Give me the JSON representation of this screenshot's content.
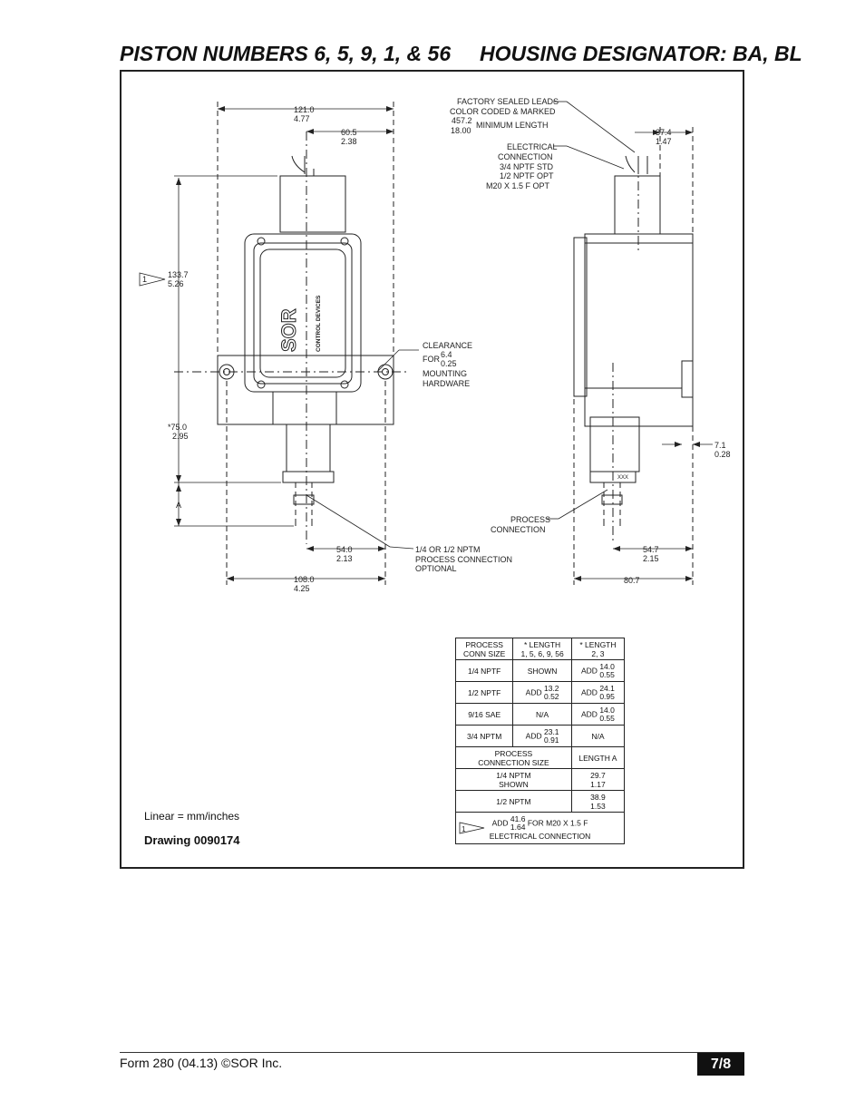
{
  "header": {
    "left_title": "PISTON NUMBERS 6, 5, 9, 1, & 56",
    "right_title": "HOUSING DESIGNATOR: BA, BL"
  },
  "drawing": {
    "dims": {
      "overall_width_mm": "121.0",
      "overall_width_in": "4.77",
      "half_width_mm": "60.5",
      "half_width_in": "2.38",
      "height_mm": "133.7",
      "height_in": "5.26",
      "lower_mm": "*75.0",
      "lower_in": "2.95",
      "dim_a": "A",
      "conn_offset_mm": "54.0",
      "conn_offset_in": "2.13",
      "mount_width_mm": "108.0",
      "mount_width_in": "4.25",
      "side_top_mm": "37.4",
      "side_top_in": "1.47",
      "side_ext_mm": "7.1",
      "side_ext_in": "0.28",
      "side_conn_mm": "54.7",
      "side_conn_in": "2.15",
      "side_depth_mm": "80.7"
    },
    "callouts": {
      "leads_1": "FACTORY SEALED LEADS",
      "leads_2": "COLOR CODED & MARKED",
      "leads_mm": "457.2",
      "leads_in": "18.00",
      "leads_3": "MINIMUM LENGTH",
      "elec_1": "ELECTRICAL",
      "elec_2": "CONNECTION",
      "elec_3": "3/4 NPTF STD",
      "elec_4": "1/2 NPTF OPT",
      "elec_5": "M20 X 1.5 F OPT",
      "clear_1": "CLEARANCE",
      "clear_for": "FOR",
      "clear_mm": "6.4",
      "clear_in": "0.25",
      "clear_2": "MOUNTING",
      "clear_3": "HARDWARE",
      "proc_1": "1/4 OR 1/2 NPTM",
      "proc_2": "PROCESS CONNECTION",
      "proc_3": "OPTIONAL",
      "pconn_1": "PROCESS",
      "pconn_2": "CONNECTION",
      "flag_num": "1",
      "logo_sor": "SOR",
      "logo_cd": "CONTROL DEVICES",
      "side_label": "XXX"
    }
  },
  "notes": {
    "linear": "Linear = mm/inches",
    "drawing_no": "Drawing 0090174"
  },
  "table": {
    "h_conn_1": "PROCESS",
    "h_conn_2": "CONN SIZE",
    "h_len1_1": "* LENGTH",
    "h_len1_2": "1, 5, 6, 9, 56",
    "h_len2_1": "* LENGTH",
    "h_len2_2": "2, 3",
    "add": "ADD",
    "shown": "SHOWN",
    "na": "N/A",
    "r1_conn": "1/4 NPTF",
    "r1_c3_mm": "14.0",
    "r1_c3_in": "0.55",
    "r2_conn": "1/2 NPTF",
    "r2_c2_mm": "13.2",
    "r2_c2_in": "0.52",
    "r2_c3_mm": "24.1",
    "r2_c3_in": "0.95",
    "r3_conn": "9/16 SAE",
    "r3_c3_mm": "14.0",
    "r3_c3_in": "0.55",
    "r4_conn": "3/4 NPTM",
    "r4_c2_mm": "23.1",
    "r4_c2_in": "0.91",
    "s_h1_1": "PROCESS",
    "s_h1_2": "CONNECTION SIZE",
    "s_h2": "LENGTH A",
    "s1_conn_1": "1/4 NPTM",
    "s1_conn_2": "SHOWN",
    "s1_mm": "29.7",
    "s1_in": "1.17",
    "s2_conn": "1/2 NPTM",
    "s2_mm": "38.9",
    "s2_in": "1.53",
    "f_num": "1",
    "f_mm": "41.6",
    "f_in": "1.64",
    "f_text1": "FOR M20 X 1.5 F",
    "f_text2": "ELECTRICAL CONNECTION"
  },
  "footer": {
    "form": "Form 280 (04.13) ©SOR Inc.",
    "page": "7/8"
  }
}
